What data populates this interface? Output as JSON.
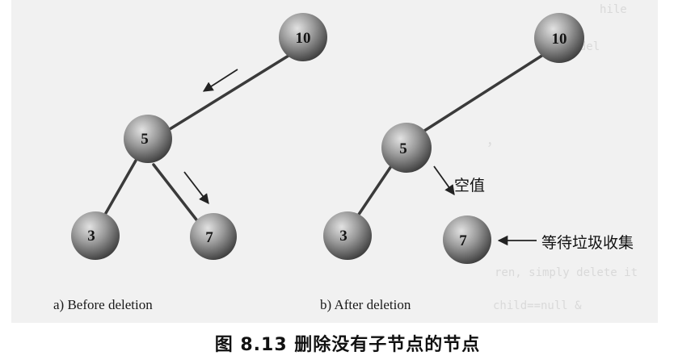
{
  "diagram": {
    "left_tree": {
      "caption": "a) Before deletion",
      "nodes": {
        "root": "10",
        "mid": "5",
        "left": "3",
        "right": "7"
      }
    },
    "right_tree": {
      "caption": "b) After deletion",
      "nodes": {
        "root": "10",
        "mid": "5",
        "left": "3",
        "right": "7"
      },
      "null_label": "空值",
      "garbage_label": "等待垃圾收集"
    },
    "figure_caption": "图 8.13    删除没有子节点的节点"
  },
  "colors": {
    "node_dark": "#3d3d3d",
    "node_light": "#d4d4d4",
    "edge": "#3a3a3a"
  }
}
